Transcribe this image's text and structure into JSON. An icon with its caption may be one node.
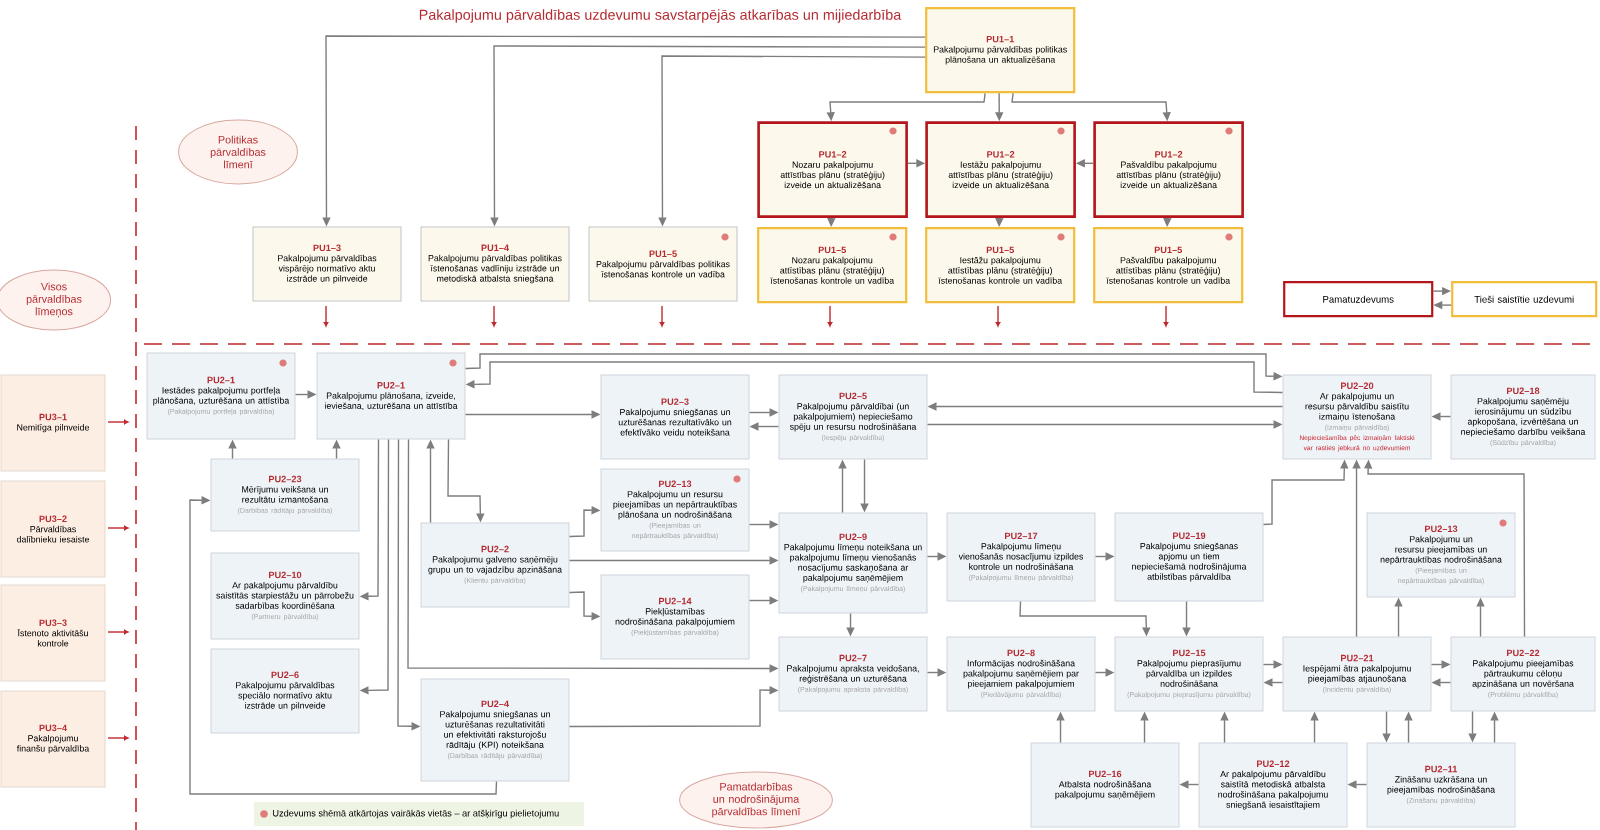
{
  "diagram": {
    "title": "Pakalpojumu pārvaldības uzdevumu savstarpējās atkarības un mijiedarbība",
    "nodes": [
      {
        "text": [
          "PU1–1",
          "Pakalpojumu pārvaldības politikas plānošana un aktualizēšana"
        ]
      },
      {
        "text": [
          "Politikas pārvaldības līmenī"
        ]
      },
      {
        "text": [
          "PU1–2",
          "Nozaru pakalpojumu attīstības plānu (stratēģiju) izveide un aktualizēšana"
        ]
      },
      {
        "text": [
          "PU1–2",
          "Iestāžu pakalpojumu attīstības plānu (stratēģiju) izveide un aktualizēšana"
        ]
      },
      {
        "text": [
          "PU1–2",
          "Pašvaldību pakalpojumu attīstības plānu (stratēģiju) izveide un aktualizēšana"
        ]
      },
      {
        "text": [
          "PU1–3",
          "Pakalpojumu pārvaldības vispārējo normatīvo aktu izstrāde un pilnveide"
        ]
      },
      {
        "text": [
          "PU1–4",
          "Pakalpojumu pārvaldības politikas īstenošanas vadlīniju izstrāde un metodiskā atbalsta sniegšana"
        ]
      },
      {
        "text": [
          "PU1–5",
          "Pakalpojumu pārvaldības politikas īstenošanas kontrole un vadība"
        ]
      },
      {
        "text": [
          "PU1–5",
          "Nozaru pakalpojumu attīstības plānu (stratēģiju) īstenošanas kontrole un vadība"
        ]
      },
      {
        "text": [
          "PU1–5",
          "Iestāžu pakalpojumu attīstības plānu (stratēģiju) īstenošanas kontrole un vadība"
        ]
      },
      {
        "text": [
          "PU1–5",
          "Pašvaldību pakalpojumu attīstības plānu (stratēģiju) īstenošanas kontrole un vadība"
        ]
      },
      {
        "text": [
          "Visos pārvaldības līmeņos"
        ]
      },
      {
        "text": [
          "Pamatuzdevums"
        ]
      },
      {
        "text": [
          "Tieši saistītie uzdevumi"
        ]
      },
      {
        "text": [
          "PU3–1",
          "Nemitīga pilnveide"
        ]
      },
      {
        "text": [
          "PU3–2",
          "Pārvaldības dalībnieku iesaiste"
        ]
      },
      {
        "text": [
          "PU3–3",
          "Īstenoto aktivitāšu kontrole"
        ]
      },
      {
        "text": [
          "PU3–4",
          "Pakalpojumu finanšu pārvaldība"
        ]
      },
      {
        "text": [
          "PU2–1",
          "Iestādes pakalpojumu portfeļa plānošana, uzturēšana un attīstība",
          "(Pakalpojumu portfeļa pārvaldība)"
        ]
      },
      {
        "text": [
          "PU2–1",
          "Pakalpojumu plānošana, izveide, ieviešana, uzturēšana un attīstība"
        ]
      },
      {
        "text": [
          "PU2–3",
          "Pakalpojumu sniegšanas un uzturēšanas rezultatīvāko un efektīvāko veidu noteikšana"
        ]
      },
      {
        "text": [
          "PU2–5",
          "Pakalpojumu pārvaldībai (un pakalpojumiem) nepieciešamo spēju un resursu nodrošināšana",
          "(Iespēju pārvaldība)"
        ]
      },
      {
        "text": [
          "PU2–20",
          "Ar pakalpojumu un resursu pārvaldību saistītu izmaiņu īstenošana",
          "(Izmaiņu pārvaldība)",
          "Nepieciešamība pēc izmaiņām faktiski var rasties jebkurā no uzdevumiem"
        ]
      },
      {
        "text": [
          "PU2–18",
          "Pakalpojumu saņēmēju ierosinājumu un sūdzību apkopošana, izvērtēšana un nepieciešamo darbību veikšana",
          "(Sūdzību pārvaldība)"
        ]
      },
      {
        "text": [
          "PU2–23",
          "Mērījumu veikšana un rezultātu izmantošana",
          "(Darbības rādītāju pārvaldība)"
        ]
      },
      {
        "text": [
          "PU2–13",
          "Pakalpojumu un resursu pieejamības un nepārtrauktības plānošana un nodrošināšana",
          "(Pieejamības un nepārtrauktības pārvaldība)"
        ]
      },
      {
        "text": [
          "PU2–2",
          "Pakalpojumu galveno saņēmēju grupu un to vajadzību apzināšana",
          "(Klientu pārvaldība)"
        ]
      },
      {
        "text": [
          "PU2–9",
          "Pakalpojumu līmeņu noteikšana un pakalpojumu līmeņu vienošanās nosacījumu saskaņošana ar pakalpojumu saņēmējiem",
          "(Pakalpojumu līmeņu pārvaldība)"
        ]
      },
      {
        "text": [
          "PU2–17",
          "Pakalpojumu līmeņu vienošanās nosacījumu izpildes kontrole un nodrošināšana",
          "(Pakalpojumu līmeņu pārvaldība)"
        ]
      },
      {
        "text": [
          "PU2–19",
          "Pakalpojumu sniegšanas apjomu un tiem nepieciešamā nodrošinājuma atbilstības pārvaldība"
        ]
      },
      {
        "text": [
          "PU2–13",
          "Pakalpojumu un resursu pieejamības un nepārtrauktības nodrošināšana",
          "(Pieejamības un nepārtrauktības pārvaldība)"
        ]
      },
      {
        "text": [
          "PU2–10",
          "Ar pakalpojumu pārvaldību saistītās starpiestāžu un pārrobežu sadarbības koordinēšana",
          "(Partneru pārvaldība)"
        ]
      },
      {
        "text": [
          "PU2–14",
          "Piekļūstamības nodrošināšana pakalpojumiem",
          "(Piekļūstamības pārvaldība)"
        ]
      },
      {
        "text": [
          "PU2–6",
          "Pakalpojumu pārvaldības speciālo normatīvo aktu izstrāde un pilnveide"
        ]
      },
      {
        "text": [
          "PU2–4",
          "Pakalpojumu sniegšanas un uzturēšanas rezultativitāti un efektivitāti raksturojošu rādītāju (KPI) noteikšana",
          "(Darbības rādītāju pārvaldība)"
        ]
      },
      {
        "text": [
          "PU2–7",
          "Pakalpojumu apraksta veidošana, reģistrēšana un uzturēšana",
          "(Pakalpojumu apraksta pārvaldība)"
        ]
      },
      {
        "text": [
          "PU2–8",
          "Informācijas nodrošināšana pakalpojumu saņēmējiem par pieejamiem pakalpojumiem",
          "(Piedāvājumu pārvaldība)"
        ]
      },
      {
        "text": [
          "PU2–15",
          "Pakalpojumu pieprasījumu pārvaldība un izpildes nodrošināšana",
          "(Pakalpojumu pieprasījumu pārvaldība)"
        ]
      },
      {
        "text": [
          "PU2–21",
          "Iespējami ātra pakalpojumu pieejamības atjaunošana",
          "(Incidentu pārvaldība)"
        ]
      },
      {
        "text": [
          "PU2–22",
          "Pakalpojumu pieejamības pārtraukumu cēloņu apzināšana un novēršana",
          "(Problēmu pārvaldība)"
        ]
      },
      {
        "text": [
          "PU2–16",
          "Atbalsta nodrošināšana pakalpojumu saņēmējiem"
        ]
      },
      {
        "text": [
          "PU2–12",
          "Ar pakalpojumu pārvaldību saistītā metodiskā atbalsta nodrošināšana pakalpojumu sniegšanā iesaistītajiem"
        ]
      },
      {
        "text": [
          "PU2–11",
          "Zināšanu uzkrāšana un pieejamības nodrošināšana",
          "(Zināšanu pārvaldība)"
        ]
      },
      {
        "text": [
          "Pamatdarbības un nodrošinājuma pārvaldības līmenī"
        ]
      }
    ],
    "edges": [
      {
        "from": 0,
        "to": 5,
        "arrow": "to"
      },
      {
        "from": 0,
        "to": 6,
        "arrow": "to"
      },
      {
        "from": 0,
        "to": 7,
        "arrow": "to"
      },
      {
        "from": 0,
        "to": 2,
        "arrow": "to"
      },
      {
        "from": 0,
        "to": 3,
        "arrow": "to"
      },
      {
        "from": 0,
        "to": 4,
        "arrow": "to"
      },
      {
        "from": 2,
        "to": 3,
        "arrow": "to"
      },
      {
        "from": 4,
        "to": 3,
        "arrow": "to"
      },
      {
        "from": 2,
        "to": 8,
        "arrow": "to"
      },
      {
        "from": 3,
        "to": 9,
        "arrow": "to"
      },
      {
        "from": 4,
        "to": 10,
        "arrow": "to"
      },
      {
        "from": 12,
        "to": 13,
        "arrow": "to"
      },
      {
        "from": 13,
        "to": 12,
        "arrow": "to"
      },
      {
        "from": 18,
        "to": 19,
        "arrow": "to"
      },
      {
        "from": 24,
        "to": 18,
        "arrow": "to"
      },
      {
        "from": 24,
        "to": 19,
        "arrow": "to"
      },
      {
        "from": 19,
        "to": 22,
        "arrow": "to"
      },
      {
        "from": 22,
        "to": 19,
        "arrow": "to"
      },
      {
        "from": 19,
        "to": 20,
        "arrow": "to"
      },
      {
        "from": 20,
        "to": 21,
        "arrow": "to"
      },
      {
        "from": 21,
        "to": 20,
        "arrow": "to"
      },
      {
        "from": 22,
        "to": 21,
        "arrow": "to"
      },
      {
        "from": 21,
        "to": 22,
        "arrow": "to"
      },
      {
        "from": 23,
        "to": 22,
        "arrow": "to"
      },
      {
        "from": 27,
        "to": 21,
        "arrow": "to"
      },
      {
        "from": 21,
        "to": 27,
        "arrow": "to"
      },
      {
        "from": 29,
        "to": 22,
        "arrow": "to"
      },
      {
        "from": 38,
        "to": 22,
        "arrow": "to"
      },
      {
        "from": 39,
        "to": 22,
        "arrow": "to"
      },
      {
        "from": 38,
        "to": 30,
        "arrow": "to"
      },
      {
        "from": 39,
        "to": 30,
        "arrow": "to"
      },
      {
        "from": 27,
        "to": 28,
        "arrow": "to"
      },
      {
        "from": 28,
        "to": 29,
        "arrow": "to"
      },
      {
        "from": 28,
        "to": 37,
        "arrow": "to"
      },
      {
        "from": 29,
        "to": 37,
        "arrow": "to"
      },
      {
        "from": 27,
        "to": 35,
        "arrow": "to"
      },
      {
        "from": 35,
        "to": 36,
        "arrow": "to"
      },
      {
        "from": 36,
        "to": 37,
        "arrow": "to"
      },
      {
        "from": 37,
        "to": 38,
        "arrow": "to"
      },
      {
        "from": 38,
        "to": 37,
        "arrow": "to"
      },
      {
        "from": 38,
        "to": 39,
        "arrow": "to"
      },
      {
        "from": 39,
        "to": 38,
        "arrow": "to"
      },
      {
        "from": 40,
        "to": 36,
        "arrow": "to"
      },
      {
        "from": 40,
        "to": 37,
        "arrow": "to"
      },
      {
        "from": 41,
        "to": 40,
        "arrow": "to"
      },
      {
        "from": 41,
        "to": 37,
        "arrow": "to"
      },
      {
        "from": 41,
        "to": 38,
        "arrow": "to"
      },
      {
        "from": 42,
        "to": 41,
        "arrow": "to"
      },
      {
        "from": 38,
        "to": 42,
        "arrow": "to"
      },
      {
        "from": 42,
        "to": 38,
        "arrow": "to"
      },
      {
        "from": 39,
        "to": 42,
        "arrow": "to"
      },
      {
        "from": 42,
        "to": 39,
        "arrow": "to"
      },
      {
        "from": 19,
        "to": 26,
        "arrow": "to"
      },
      {
        "from": 26,
        "to": 19,
        "arrow": "to"
      },
      {
        "from": 19,
        "to": 31,
        "arrow": "to"
      },
      {
        "from": 19,
        "to": 33,
        "arrow": "to"
      },
      {
        "from": 19,
        "to": 34,
        "arrow": "to"
      },
      {
        "from": 19,
        "to": 35,
        "arrow": "to"
      },
      {
        "from": 34,
        "to": 24,
        "arrow": "to"
      },
      {
        "from": 34,
        "to": 35,
        "arrow": "to"
      },
      {
        "from": 26,
        "to": 25,
        "arrow": "to"
      },
      {
        "from": 26,
        "to": 32,
        "arrow": "to"
      },
      {
        "from": 26,
        "to": 27,
        "arrow": "to"
      },
      {
        "from": 25,
        "to": 27,
        "arrow": "to"
      },
      {
        "from": 32,
        "to": 27,
        "arrow": "to"
      }
    ],
    "legend": [
      {
        "text": "Uzdevums shēmā atkārtojas vairākās vietās – ar atšķirīgu pielietojumu",
        "color": "#e07b7b"
      }
    ]
  }
}
